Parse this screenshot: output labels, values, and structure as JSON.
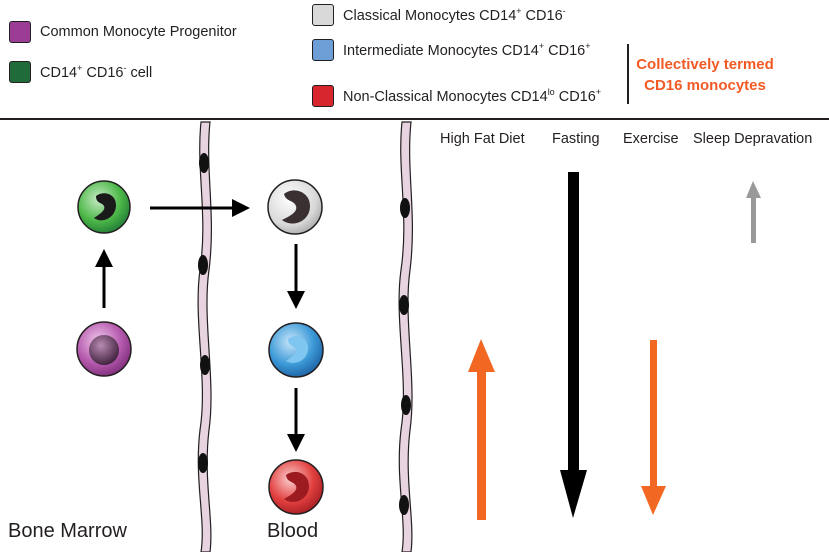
{
  "legend": {
    "progenitor": {
      "label": "Common Monocyte Progenitor",
      "color": "#9b3d97"
    },
    "cd14_cell": {
      "label_main": "CD14",
      "sup1": "+",
      "label_mid": " CD16",
      "sup2": "-",
      "label_end": " cell",
      "color": "#1f6b3a"
    },
    "classical": {
      "label_main": "Classical Monocytes CD14",
      "sup1": "+",
      "label_mid": " CD16",
      "sup2": "-",
      "color": "#d9d9d9"
    },
    "intermediate": {
      "label_main": "Intermediate Monocytes CD14",
      "sup1": "+",
      "label_mid": " CD16",
      "sup2": "+",
      "color": "#6d9fd6"
    },
    "nonclassical": {
      "label_main": "Non-Classical Monocytes CD14",
      "sup1": "lo",
      "label_mid": " CD16",
      "sup2": "+",
      "color": "#d7262d"
    }
  },
  "collective_note": {
    "line1": "Collectively termed",
    "line2": "CD16 monocytes"
  },
  "conditions": {
    "high_fat_diet": "High Fat Diet",
    "fasting": "Fasting",
    "exercise": "Exercise",
    "sleep": "Sleep Depravation"
  },
  "regions": {
    "bone_marrow": "Bone Marrow",
    "blood": "Blood"
  },
  "colors": {
    "increase": "#f26722",
    "decrease": "#000000",
    "slight": "#999999",
    "vessel": "#e8d4e1"
  }
}
